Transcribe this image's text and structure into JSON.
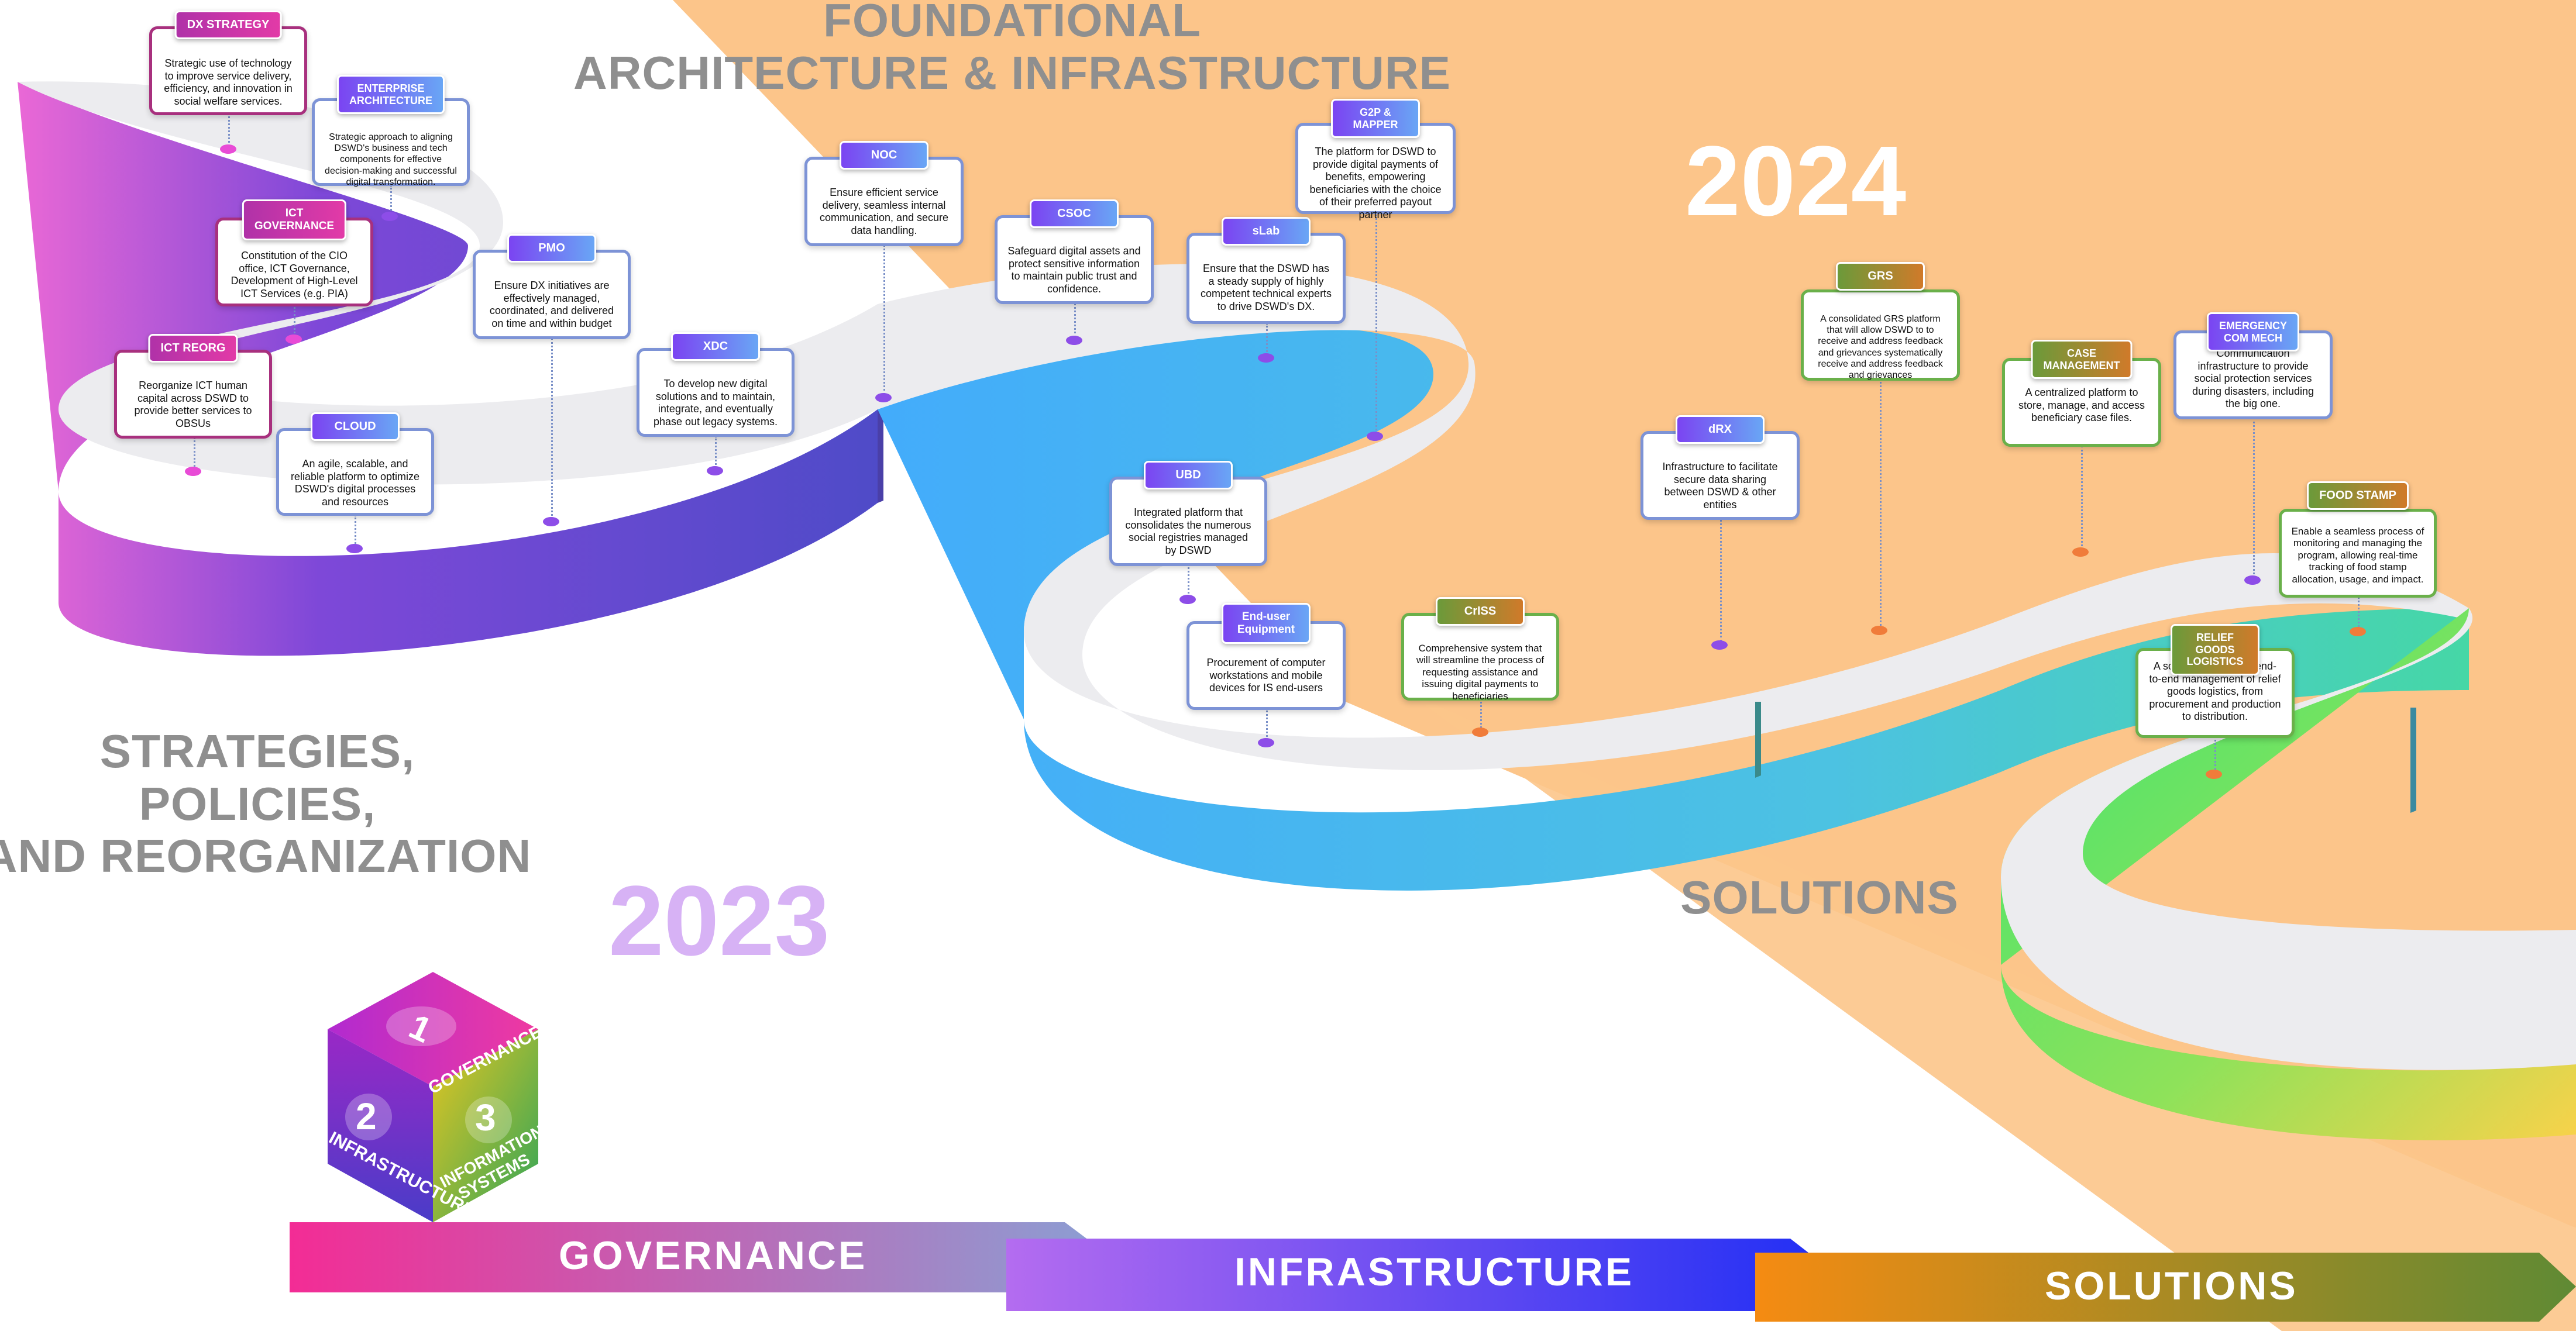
{
  "sections": {
    "foundational": "FOUNDATIONAL\nARCHITECTURE & INFRASTRUCTURE",
    "strategies": "STRATEGIES, POLICIES,\nAND REORGANIZATION",
    "solutions": "SOLUTIONS"
  },
  "years": {
    "y2023": "2023",
    "y2024": "2024"
  },
  "cube": {
    "face1_number": "1",
    "face1_label": "GOVERNANCE",
    "face2_number": "2",
    "face2_label": "INFRASTRUCTURE",
    "face3_number": "3",
    "face3_label": "INFORMATION SYSTEMS"
  },
  "banners": {
    "governance": "GOVERNANCE",
    "infrastructure": "INFRASTRUCTURE",
    "solutions": "SOLUTIONS"
  },
  "colors": {
    "background_peach": "#fcc58a",
    "road_purple": "#7a45d8",
    "road_blue": "#4aa8f5",
    "road_green": "#48e36a",
    "road_yellow": "#f8d24a",
    "governance_pink": "#f2309a",
    "infrastructure_blue": "#2c2cf5",
    "solutions_orange": "#f08a1a"
  },
  "cards": {
    "dx_strategy": {
      "title": "DX STRATEGY",
      "desc": "Strategic use of technology to improve service delivery, efficiency, and innovation in social welfare services."
    },
    "enterprise_architecture": {
      "title": "ENTERPRISE\nARCHITECTURE",
      "desc": "Strategic approach to aligning DSWD's business and tech components for effective decision-making and successful digital transformation."
    },
    "ict_governance": {
      "title": "ICT\nGOVERNANCE",
      "desc": "Constitution of the CIO office, ICT Governance, Development of High-Level ICT Services (e.g. PIA)"
    },
    "ict_reorg": {
      "title": "ICT REORG",
      "desc": "Reorganize ICT human capital across DSWD to provide better services to OBSUs"
    },
    "cloud": {
      "title": "CLOUD",
      "desc": "An agile, scalable, and reliable platform to optimize DSWD's digital processes and resources"
    },
    "pmo": {
      "title": "PMO",
      "desc": "Ensure DX initiatives are effectively managed, coordinated, and delivered on time and within budget"
    },
    "xdc": {
      "title": "XDC",
      "desc": "To develop new digital solutions and to maintain, integrate, and eventually phase out legacy systems."
    },
    "noc": {
      "title": "NOC",
      "desc": "Ensure efficient service delivery, seamless internal communication, and secure data handling."
    },
    "csoc": {
      "title": "CSOC",
      "desc": "Safeguard digital assets and protect sensitive information to maintain public trust and confidence."
    },
    "slab": {
      "title": "sLab",
      "desc": "Ensure that the DSWD has a steady supply of highly competent technical experts to drive DSWD's DX."
    },
    "g2p_mapper": {
      "title": "G2P &\nMAPPER",
      "desc": "The platform for DSWD to provide digital payments of benefits, empowering beneficiaries with the choice of their preferred payout partner"
    },
    "ubd": {
      "title": "UBD",
      "desc": "Integrated platform that consolidates the numerous social registries managed by DSWD"
    },
    "end_user": {
      "title": "End-user\nEquipment",
      "desc": "Procurement of computer workstations and mobile devices for IS end-users"
    },
    "criss": {
      "title": "CrISS",
      "desc": "Comprehensive system that will streamline the process of requesting assistance and issuing digital payments to beneficiaries"
    },
    "drx": {
      "title": "dRX",
      "desc": "Infrastructure to facilitate secure data sharing between DSWD & other entities"
    },
    "grs": {
      "title": "GRS",
      "desc": "A consolidated GRS platform that will allow DSWD to to receive and address feedback and grievances systematically receive and address feedback and grievances"
    },
    "case_management": {
      "title": "CASE\nMANAGEMENT",
      "desc": "A centralized platform to store, manage, and access beneficiary case files."
    },
    "emergency_com_mech": {
      "title": "EMERGENCY\nCOM MECH",
      "desc": "Communication infrastructure to provide social protection services during disasters, including the big one."
    },
    "food_stamp": {
      "title": "FOOD STAMP",
      "desc": "Enable a seamless process of monitoring and managing the program, allowing real-time tracking of food stamp allocation, usage, and impact."
    },
    "relief_goods": {
      "title": "RELIEF GOODS\nLOGISTICS",
      "desc": "A solution to facilitate end-to-end management of relief goods logistics, from procurement and production to distribution."
    }
  }
}
